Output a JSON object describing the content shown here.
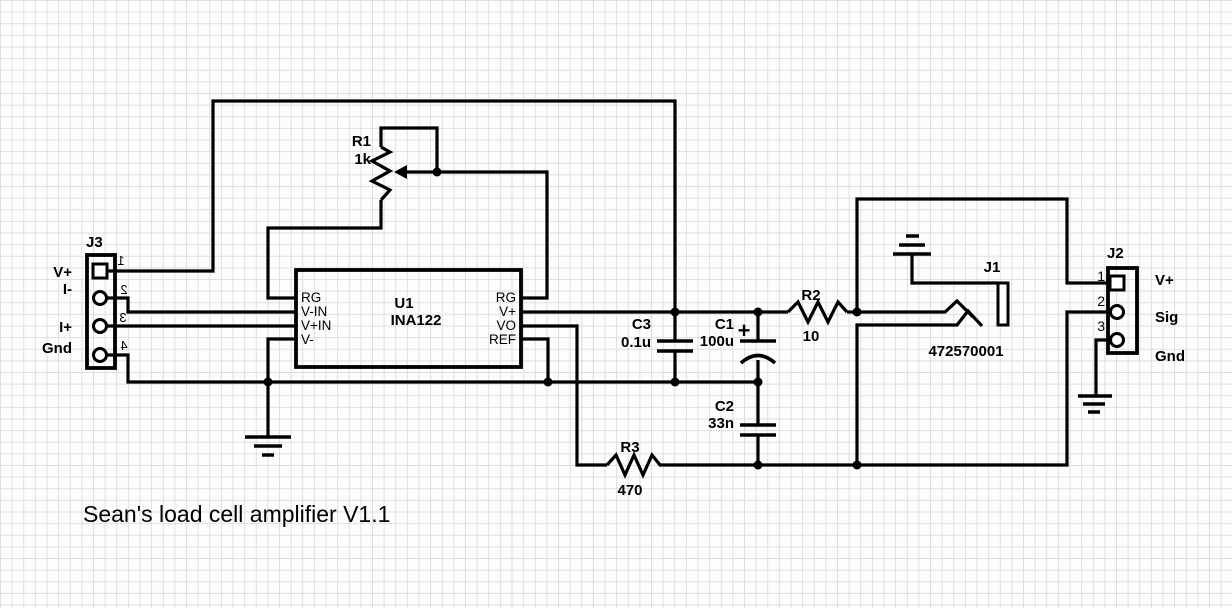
{
  "title": "Sean's load cell amplifier V1.1",
  "colors": {
    "wire": "#000000",
    "grid": "#dedede",
    "background": "#fdfdfd"
  },
  "j3": {
    "ref": "J3",
    "pins": [
      "1",
      "2",
      "3",
      "4"
    ],
    "labels": [
      "V+",
      "I-",
      "I+",
      "Gnd"
    ]
  },
  "u1": {
    "ref": "U1",
    "part": "INA122",
    "left_pins": [
      "RG",
      "V-IN",
      "V+IN",
      "V-"
    ],
    "right_pins": [
      "RG",
      "V+",
      "VO",
      "REF"
    ]
  },
  "r1": {
    "ref": "R1",
    "value": "1k"
  },
  "r2": {
    "ref": "R2",
    "value": "10"
  },
  "r3": {
    "ref": "R3",
    "value": "470"
  },
  "c1": {
    "ref": "C1",
    "value": "100u",
    "plus": "+"
  },
  "c2": {
    "ref": "C2",
    "value": "33n"
  },
  "c3": {
    "ref": "C3",
    "value": "0.1u"
  },
  "j1": {
    "ref": "J1",
    "part": "472570001"
  },
  "j2": {
    "ref": "J2",
    "pins": [
      "1",
      "2",
      "3"
    ],
    "labels": [
      "V+",
      "Sig",
      "Gnd"
    ]
  }
}
